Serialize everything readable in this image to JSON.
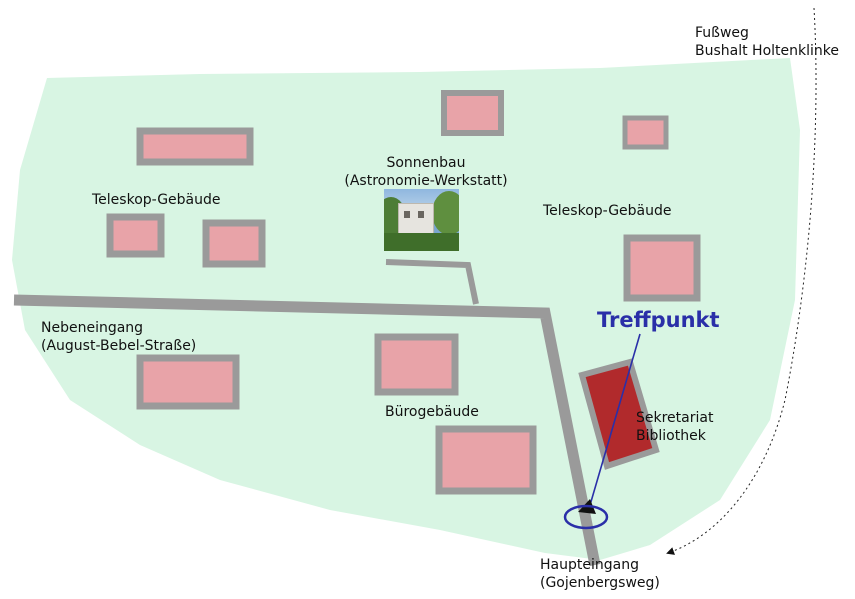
{
  "map": {
    "colors": {
      "grounds": "#d8f5e3",
      "building_fill": "#e8a3a8",
      "building_outline": "#9a9a9a",
      "secretariat_fill": "#b12a2c",
      "path": "#9a9a9a",
      "meeting_point": "#2a2fa8"
    },
    "labels": {
      "fussweg_line1": "Fußweg",
      "fussweg_line2": "Bushalt Holtenklinke",
      "telescope_west": "Teleskop-Gebäude",
      "sonnenbau_line1": "Sonnenbau",
      "sonnenbau_line2": "(Astronomie-Werkstatt)",
      "telescope_east": "Teleskop-Gebäude",
      "nebeneingang_line1": "Nebeneingang",
      "nebeneingang_line2": "(August-Bebel-Straße)",
      "buerogebaeude": "Bürogebäude",
      "sekretariat_line1": "Sekretariat",
      "sekretariat_line2": "Bibliothek",
      "haupteingang_line1": "Haupteingang",
      "haupteingang_line2": "(Gojenbergsweg)"
    },
    "meeting_point_label": "Treffpunkt",
    "icons": {
      "photo": "sonnenbau-photo",
      "arrow": "arrow-icon",
      "marker": "meeting-point-ellipse"
    }
  }
}
